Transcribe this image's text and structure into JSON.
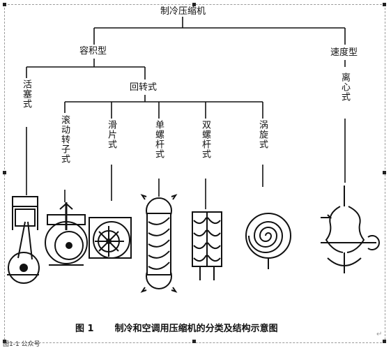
{
  "root": "制冷压缩机",
  "types": {
    "positive": "容积型",
    "dynamic": "速度型"
  },
  "positive_children": {
    "piston": "活塞式",
    "rotary": "回转式"
  },
  "rotary_children": [
    "滚动转子式",
    "滑片式",
    "单螺杆式",
    "双螺杆式",
    "涡旋式"
  ],
  "dynamic_children": {
    "centrifugal": "离心式"
  },
  "caption": {
    "number": "图 1",
    "text": "制冷和空调用压缩机的分类及结构示意图"
  },
  "footnote": "图1-1 公众号",
  "corner_mark": "↵"
}
